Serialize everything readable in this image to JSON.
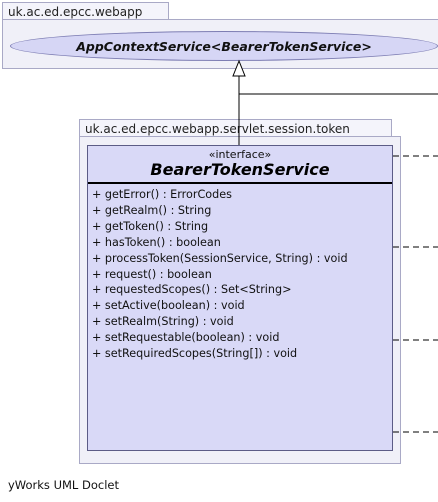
{
  "top_package": {
    "name": "uk.ac.ed.epcc.webapp",
    "element": "AppContextService<BearerTokenService>"
  },
  "inner_package": {
    "name": "uk.ac.ed.epcc.webapp.servlet.session.token"
  },
  "class": {
    "stereotype": "«interface»",
    "name": "BearerTokenService",
    "methods": [
      "+  getError() : ErrorCodes",
      "+  getRealm() : String",
      "+  getToken() : String",
      "+  hasToken() : boolean",
      "+  processToken(SessionService, String) : void",
      "+  request() : boolean",
      "+  requestedScopes() : Set<String>",
      "+  setActive(boolean) : void",
      "+  setRealm(String) : void",
      "+  setRequestable(boolean) : void",
      "+  setRequiredScopes(String[]) : void"
    ]
  },
  "footer": "yWorks UML Doclet"
}
